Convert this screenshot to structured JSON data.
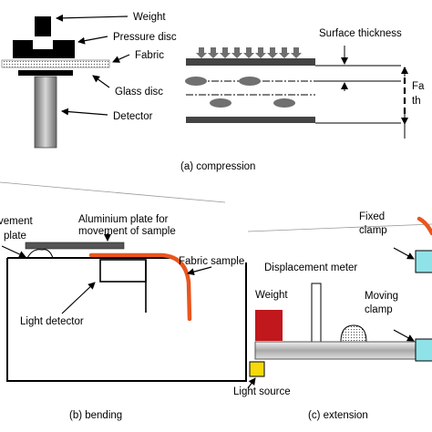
{
  "compression": {
    "caption": "(a)  compression",
    "labels": {
      "weight": "Weight",
      "pressure_disc": "Pressure disc",
      "fabric": "Fabric",
      "glass_disc": "Glass disc",
      "detector": "Detector",
      "surface_thickness": "Surface thickness",
      "fabric_thickness_line1": "Fa",
      "fabric_thickness_line2": "th"
    }
  },
  "bending": {
    "caption": "(b)  bending",
    "labels": {
      "movement_line1": "vement",
      "movement_line2": "plate",
      "aluminium_line1": "Aluminium plate for",
      "aluminium_line2": "movement of sample",
      "fabric_sample": "Fabric sample",
      "light_detector": "Light detector",
      "light_source": "Light source"
    }
  },
  "extension": {
    "caption": "(c)  extension",
    "labels": {
      "fixed_line1": "Fixed",
      "fixed_line2": "clamp",
      "displacement_meter": "Displacement meter",
      "weight": "Weight",
      "moving_line1": "Moving",
      "moving_line2": "clamp"
    }
  },
  "colors": {
    "fabric_sample": "#e8561e",
    "light_source": "#f5d90a",
    "weight_block": "#c0181c",
    "clamp": "#8fe3e8",
    "plate": "#555555"
  }
}
